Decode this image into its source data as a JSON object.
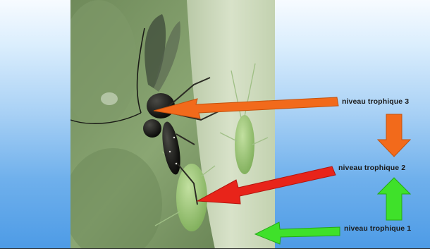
{
  "labels": {
    "level_3": "niveau trophique 3",
    "level_2": "niveau trophique 2",
    "level_1": "niveau trophique 1"
  },
  "colors": {
    "arrow_level_3": "#f26a1b",
    "arrow_level_2": "#e8241a",
    "arrow_level_1": "#3fe12a",
    "flow_arrow_down": "#f26a1b",
    "flow_arrow_up": "#3fe12a",
    "background_top": "#f7fbff",
    "background_bottom": "#4d9be6"
  },
  "photo": {
    "subject": "parasitoid wasp on aphids on a plant stem"
  }
}
